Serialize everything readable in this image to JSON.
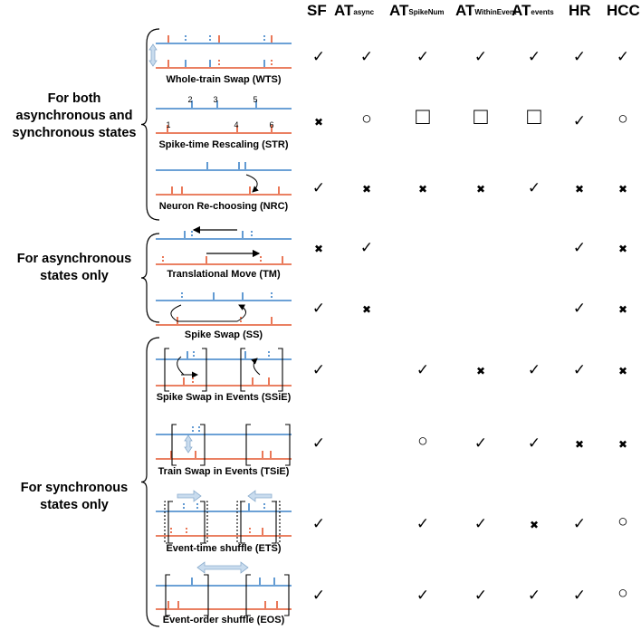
{
  "columns": [
    {
      "main": "SF",
      "sub": ""
    },
    {
      "main": "AT",
      "sub": "async"
    },
    {
      "main": "AT",
      "sub": "SpikeNum"
    },
    {
      "main": "AT",
      "sub": "WithinEvent"
    },
    {
      "main": "AT",
      "sub": "events"
    },
    {
      "main": "HR",
      "sub": ""
    },
    {
      "main": "HCC",
      "sub": ""
    }
  ],
  "groups": [
    {
      "label": "For both asynchronous and synchronous states"
    },
    {
      "label": "For asynchronous states only"
    },
    {
      "label": "For synchronous states only"
    }
  ],
  "methods": [
    {
      "label": "Whole-train Swap (WTS)",
      "marks": [
        "check",
        "check",
        "check",
        "check",
        "check",
        "check",
        "check"
      ]
    },
    {
      "label": "Spike-time Rescaling (STR)",
      "marks": [
        "cross",
        "circle",
        "square",
        "square",
        "square",
        "check",
        "circle"
      ]
    },
    {
      "label": "Neuron Re-choosing (NRC)",
      "marks": [
        "check",
        "cross",
        "cross",
        "cross",
        "check",
        "cross",
        "cross"
      ]
    },
    {
      "label": "Translational Move (TM)",
      "marks": [
        "cross",
        "check",
        "",
        "",
        "",
        "check",
        "cross"
      ]
    },
    {
      "label": "Spike Swap (SS)",
      "marks": [
        "check",
        "cross",
        "",
        "",
        "",
        "check",
        "cross"
      ]
    },
    {
      "label": "Spike Swap in Events (SSiE)",
      "marks": [
        "check",
        "",
        "check",
        "cross",
        "check",
        "check",
        "cross"
      ]
    },
    {
      "label": "Train Swap in Events (TSiE)",
      "marks": [
        "check",
        "",
        "circle",
        "check",
        "check",
        "cross",
        "cross"
      ]
    },
    {
      "label": "Event-time shuffle (ETS)",
      "marks": [
        "check",
        "",
        "check",
        "check",
        "cross",
        "check",
        "circle"
      ]
    },
    {
      "label": "Event-order shuffle (EOS)",
      "marks": [
        "check",
        "",
        "check",
        "check",
        "check",
        "check",
        "circle"
      ]
    }
  ],
  "str_numbers": [
    "1",
    "2",
    "3",
    "4",
    "5",
    "6"
  ],
  "symbols": {
    "check": "✓",
    "cross": "✖",
    "circle": "○",
    "square": "□"
  },
  "colors": {
    "blue": "#3b82c8",
    "red": "#e4572e",
    "arrow_fill": "#c9dcee",
    "arrow_stroke": "#8aaccd"
  }
}
